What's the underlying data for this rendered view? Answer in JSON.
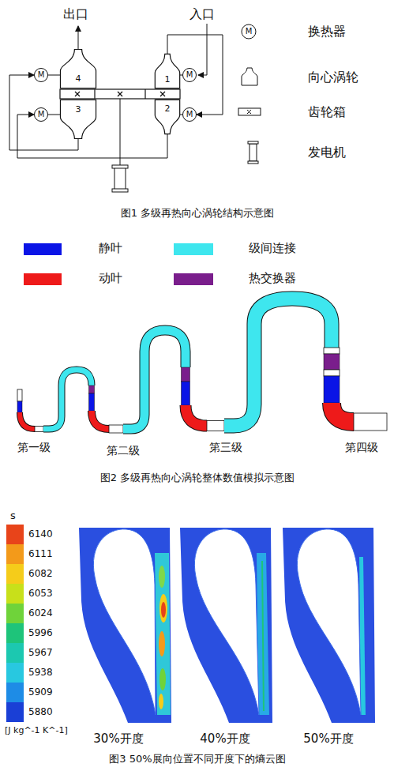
{
  "diagram": {
    "nodes": [
      {
        "text": [
          "M"
        ]
      },
      {
        "text": [
          "4"
        ]
      },
      {
        "text": [
          "1"
        ]
      },
      {
        "text": [
          "M"
        ]
      },
      {
        "text": [
          "M"
        ]
      },
      {
        "text": [
          "3"
        ]
      },
      {
        "text": [
          "2"
        ]
      },
      {
        "text": [
          "M"
        ]
      }
    ],
    "edges": [
      {
        "from": 0,
        "to": 1,
        "arrow": "none"
      },
      {
        "from": 3,
        "to": 2,
        "arrow": "none"
      },
      {
        "from": 4,
        "to": 5,
        "arrow": "none"
      },
      {
        "from": 7,
        "to": 6,
        "arrow": "none"
      },
      {
        "from": 2,
        "to": 7,
        "arrow": "to"
      },
      {
        "from": 6,
        "to": 4,
        "arrow": "to"
      },
      {
        "from": 5,
        "to": 0,
        "arrow": "to"
      }
    ],
    "labels": [
      "出口",
      "入口",
      "M",
      "图1 多级再热向心涡轮结构示意图",
      "第一级",
      "第二级",
      "第三级",
      "第四级",
      "图2 多级再热向心涡轮整体数值模拟示意图",
      "s",
      "6140",
      "6111",
      "6082",
      "6053",
      "6024",
      "5996",
      "5967",
      "5938",
      "5909",
      "5880",
      "[J kg^-1 K^-1]",
      "30%开度",
      "40%开度",
      "50%开度",
      "图3 50%展向位置不同开度下的熵云图"
    ],
    "legend": [
      {
        "text": "换热器"
      },
      {
        "text": "向心涡轮"
      },
      {
        "text": "齿轮箱"
      },
      {
        "text": "发电机"
      },
      {
        "text": "静叶",
        "color": "#0a14e6"
      },
      {
        "text": "级间连接",
        "color": "#3ee6ee"
      },
      {
        "text": "动叶",
        "color": "#ee1a1a"
      },
      {
        "text": "热交换器",
        "color": "#7a1e8c"
      }
    ]
  }
}
